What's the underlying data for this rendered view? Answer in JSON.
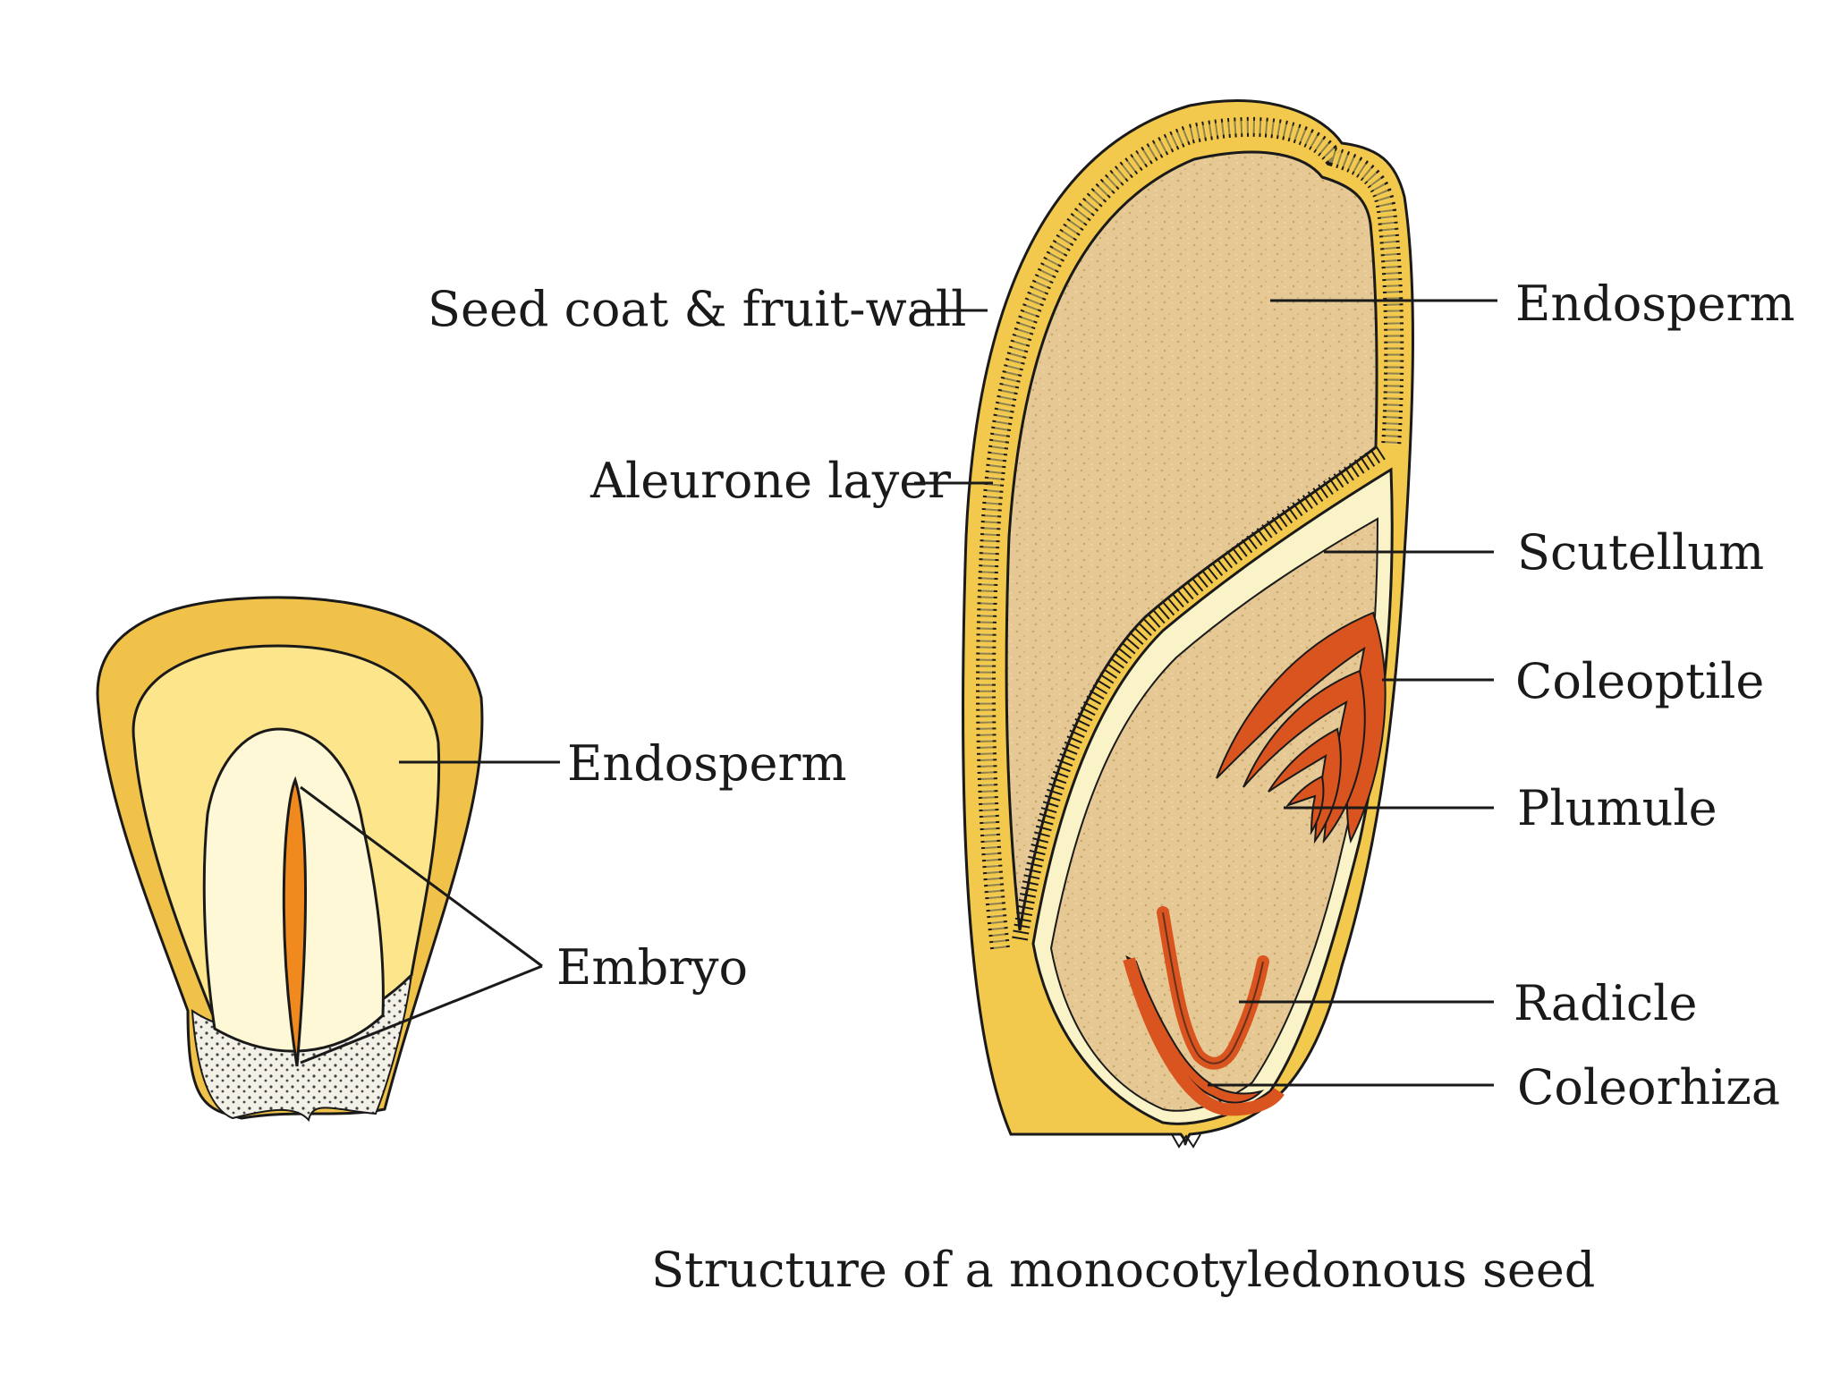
{
  "colors": {
    "seed_coat_yellow": "#f2c94c",
    "endosperm_tan": "#e6c894",
    "scutellum_cream": "#fbf3c8",
    "embryo_red": "#d9541f",
    "small_outer": "#f0c24a",
    "small_middle": "#fde58c",
    "small_inner": "#fff8d6",
    "small_embryo": "#f08a1e"
  },
  "labels": {
    "seed_coat": "Seed coat & fruit-wall",
    "aleurone": "Aleurone layer",
    "endosperm_right": "Endosperm",
    "scutellum": "Scutellum",
    "coleoptile": "Coleoptile",
    "plumule": "Plumule",
    "radicle": "Radicle",
    "coleorhiza": "Coleorhiza",
    "endosperm_left": "Endosperm",
    "embryo": "Embryo"
  },
  "caption": "Structure of a monocotyledonous seed"
}
